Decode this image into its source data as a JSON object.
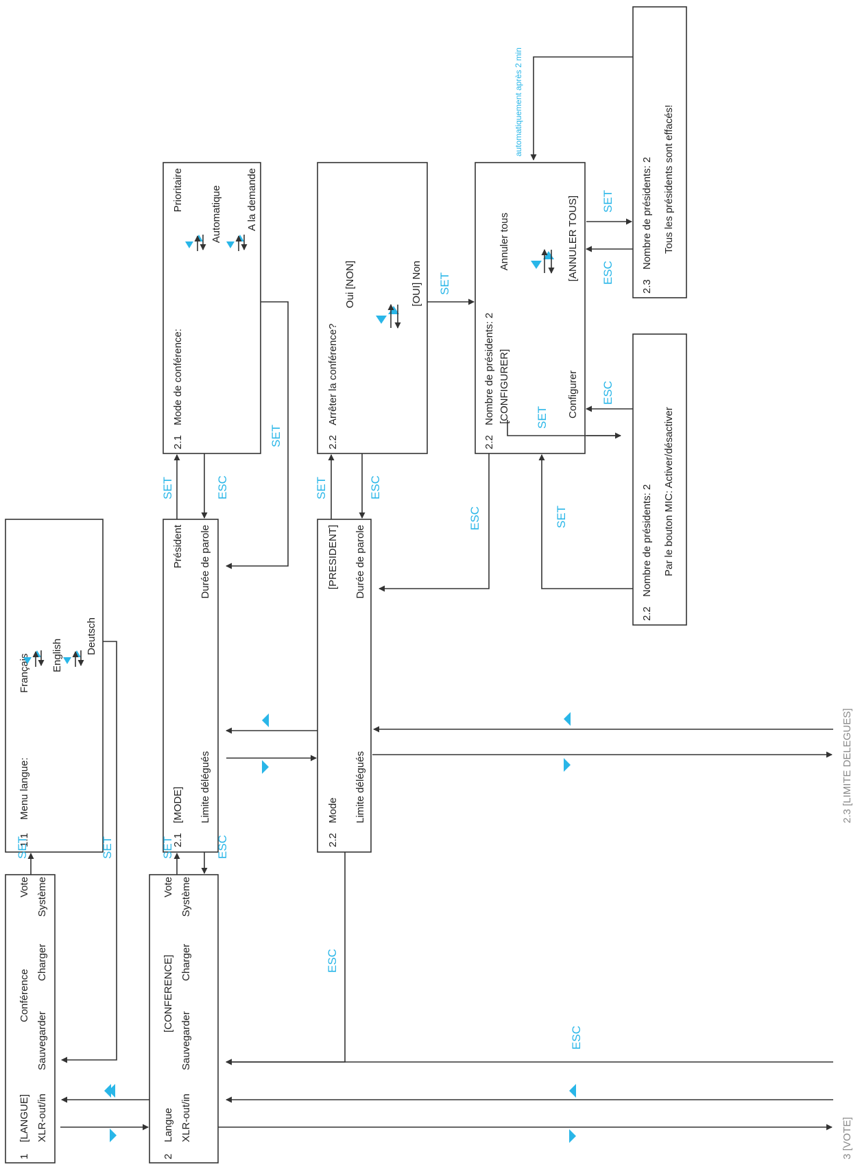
{
  "boxes": {
    "b1": {
      "num": "1",
      "l1": "[LANGUE]",
      "l1b": "Conférence",
      "l1c": "Vote",
      "l2": "XLR-out/in",
      "l2b": "Sauvegarder",
      "l2c": "Charger",
      "l2d": "Système"
    },
    "b11": {
      "num": "1.1",
      "title": "Menu langue:",
      "opt1": "Français",
      "opt2": "English",
      "opt3": "Deutsch"
    },
    "b2": {
      "num": "2",
      "l1": "Langue",
      "l1b": "[CONFERENCE]",
      "l1c": "Vote",
      "l2": "XLR-out/in",
      "l2b": "Sauvegarder",
      "l2c": "Charger",
      "l2d": "Système"
    },
    "b21": {
      "num": "2.1",
      "l1": "[MODE]",
      "l1b": "Président",
      "l2": "Limite délégués",
      "l2b": "Durée de parole"
    },
    "b21m": {
      "num": "2.1",
      "title": "Mode de conférence:",
      "opt1": "Prioritaire",
      "opt2": "Automatique",
      "opt3": "A la demande"
    },
    "b22": {
      "num": "2.2",
      "l1": "Mode",
      "l1b": "[PRESIDENT]",
      "l2": "Limite délégués",
      "l2b": "Durée de parole"
    },
    "b22s": {
      "num": "2.2",
      "title": "Arrêter la conférence?",
      "opt1": "Oui  [NON]",
      "opt2": "[OUI]  Non"
    },
    "b22n": {
      "num": "2.2",
      "title": "Nombre de présidents:  2",
      "l2": "[CONFIGURER]",
      "l2b": "Annuler tous",
      "l3": "Configurer",
      "l3b": "[ANNULER TOUS]"
    },
    "b22b": {
      "num": "2.2",
      "title": "Nombre de présidents:  2",
      "l2": "Par le bouton MIC: Activer/désactiver"
    },
    "b23": {
      "num": "2.3",
      "title": "Nombre de présidents:  2",
      "l2": "Tous les présidents sont effacés!"
    }
  },
  "labels": {
    "set": "SET",
    "esc": "ESC",
    "auto": "automatiquement après 2 min",
    "limite": "2.3    [LIMITE DELEGUES]",
    "vote": "3    [VOTE]"
  }
}
